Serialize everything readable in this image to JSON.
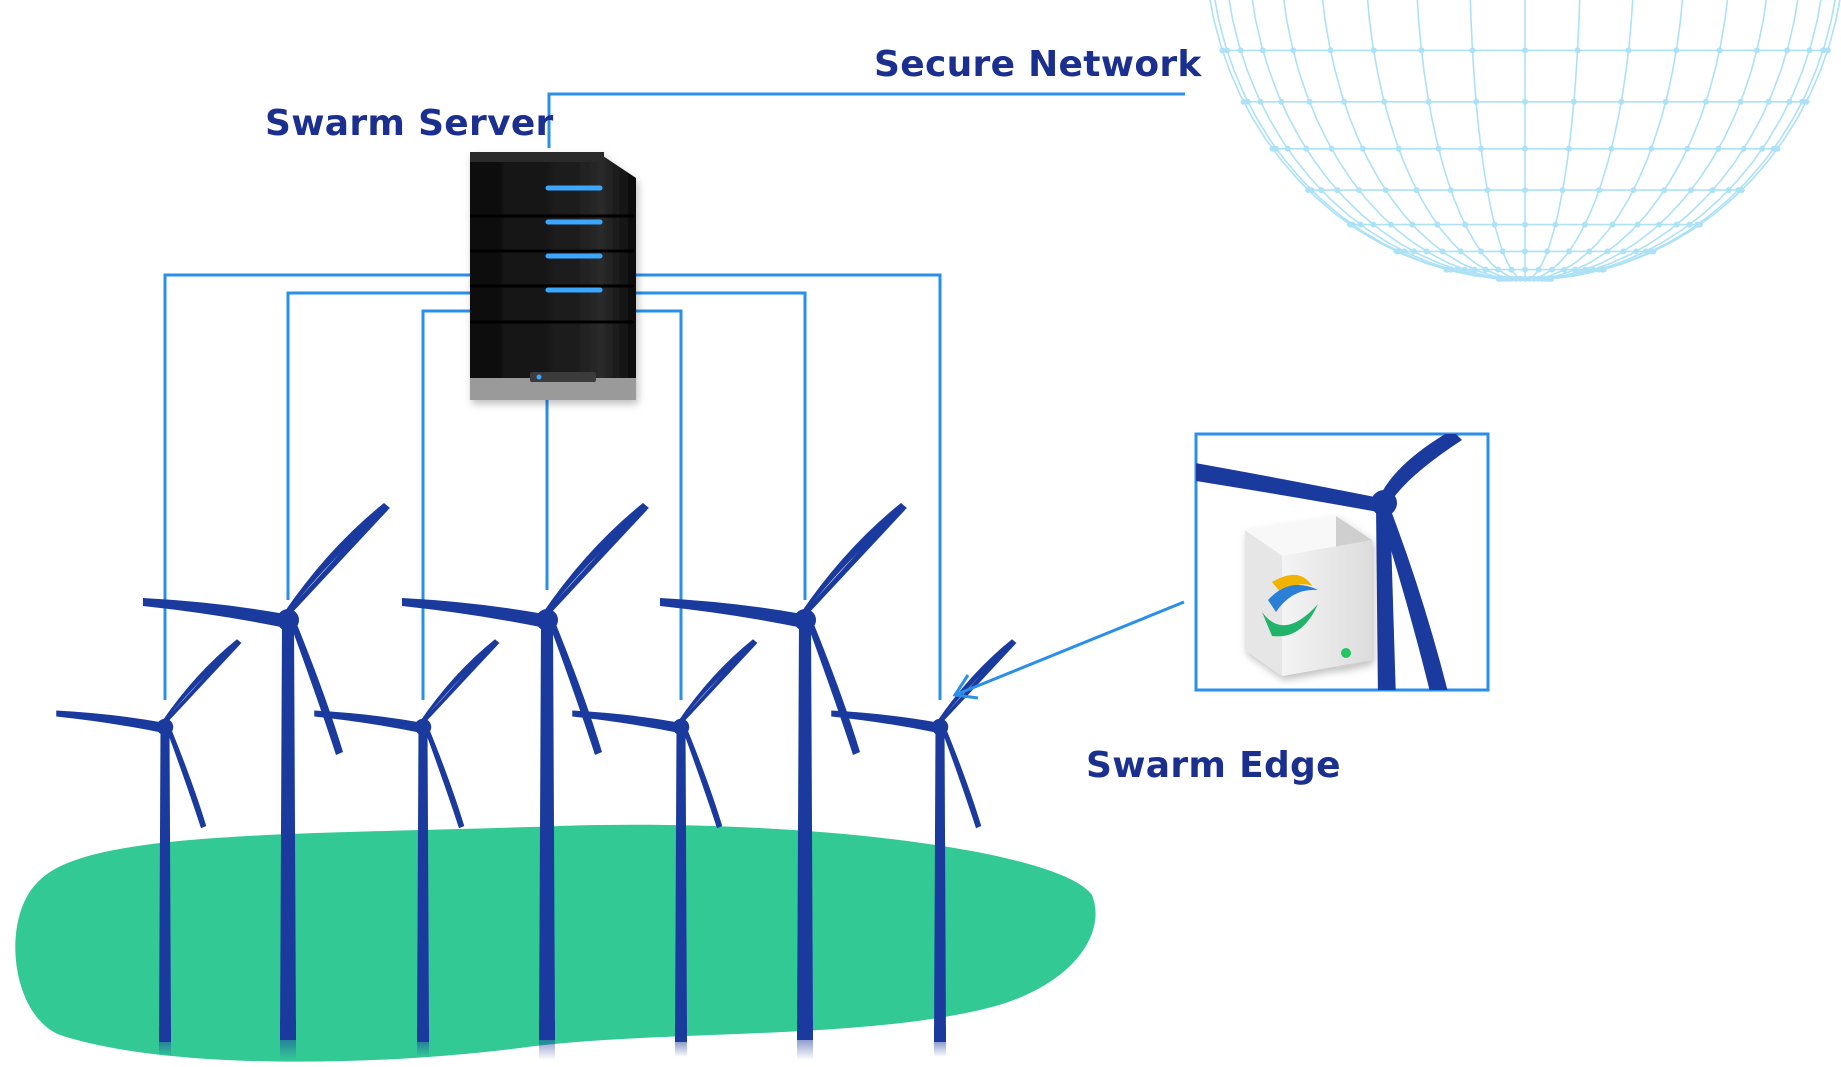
{
  "labels": {
    "secure_network": "Secure Network",
    "swarm_server": "Swarm Server",
    "swarm_edge": "Swarm Edge"
  },
  "colors": {
    "link_line": "#2a8fe8",
    "turbine": "#1b3a9e",
    "ground": "#33c995",
    "label_text": "#1b2f8f",
    "server_body": "#151515",
    "server_led": "#3aa7ff",
    "globe_mesh": "#9fdcf5",
    "edge_led": "#22c55e"
  },
  "icons": {
    "server": "server-tower-icon",
    "edge_device": "swarm-edge-device-icon",
    "edge_logo": "swarm-logo-icon",
    "network": "globe-mesh-icon",
    "turbine": "wind-turbine-icon",
    "ground": "green-island-shape"
  },
  "turbine_count": 7
}
